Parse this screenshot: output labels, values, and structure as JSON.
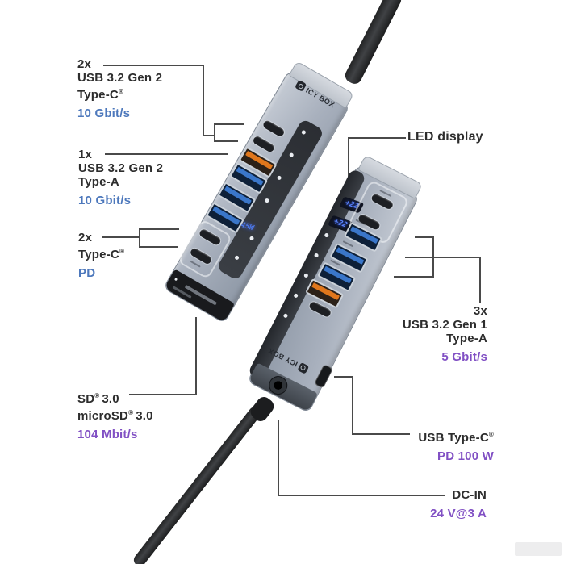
{
  "colors": {
    "accent_blue": "#4d78bc",
    "accent_purple": "#8150c4",
    "label_dark": "#2d2d2d",
    "callout_line": "#4a4a4a",
    "device_silver": "#a8b0bd",
    "port_blue": "#3a76c9",
    "port_orange": "#e0771c",
    "led_blue": "#5b84ff"
  },
  "brand": {
    "name": "ICY BOX"
  },
  "callouts": {
    "typec_gen2": {
      "qty": "2x",
      "name_l1": "USB 3.2 Gen 2",
      "name_l2": "Type-C",
      "name_l2_sup": "®",
      "speed": "10 Gbit/s"
    },
    "typea_gen2": {
      "qty": "1x",
      "name_l1": "USB 3.2 Gen 2",
      "name_l2": "Type-A",
      "speed": "10 Gbit/s"
    },
    "typec_pd": {
      "qty": "2x",
      "name_l1": "Type-C",
      "name_l1_sup": "®",
      "speed": "PD"
    },
    "card_reader": {
      "name_l1a": "SD",
      "name_l1_sup": "®",
      "name_l1b": "3.0",
      "name_l2a": "microSD",
      "name_l2_sup": "®",
      "name_l2b": "3.0",
      "speed": "104 Mbit/s"
    },
    "led_display": {
      "name_l1": "LED display"
    },
    "typea_gen1": {
      "qty": "3x",
      "name_l1": "USB 3.2 Gen 1",
      "name_l2": "Type-A",
      "speed": "5 Gbit/s"
    },
    "usb_typec_pd100": {
      "name_l1": "USB Type-C",
      "name_l1_sup": "®",
      "speed": "PD 100 W"
    },
    "dc_in": {
      "name_l1": "DC-IN",
      "speed": "24 V@3 A"
    }
  },
  "device_front": {
    "brand": "ICY BOX",
    "power_display": "45W"
  },
  "device_back": {
    "brand": "ICY BOX",
    "display_top": "+22",
    "display_bottom": "+22"
  }
}
